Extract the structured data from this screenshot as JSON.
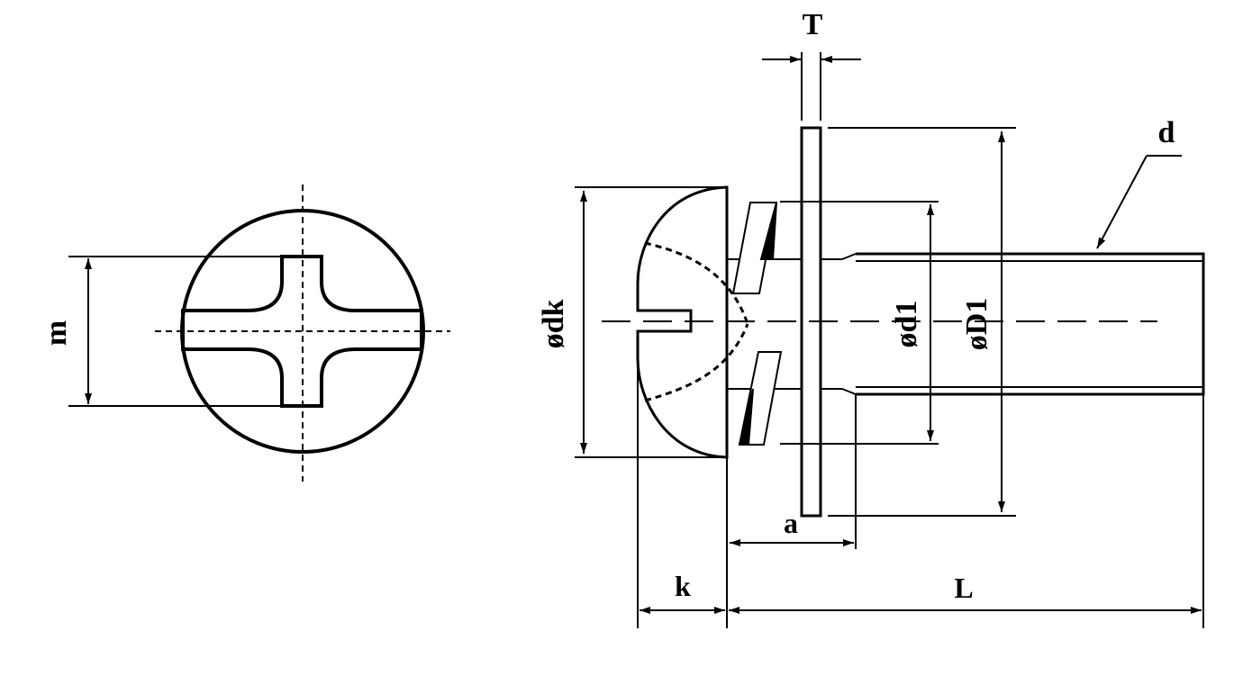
{
  "labels": {
    "m": "m",
    "T": "T",
    "d": "d",
    "dk": "ødk",
    "d1": "ød1",
    "D1": "øD1",
    "a": "a",
    "k": "k",
    "L": "L"
  },
  "colors": {
    "line": "#000000",
    "background": "#ffffff"
  }
}
